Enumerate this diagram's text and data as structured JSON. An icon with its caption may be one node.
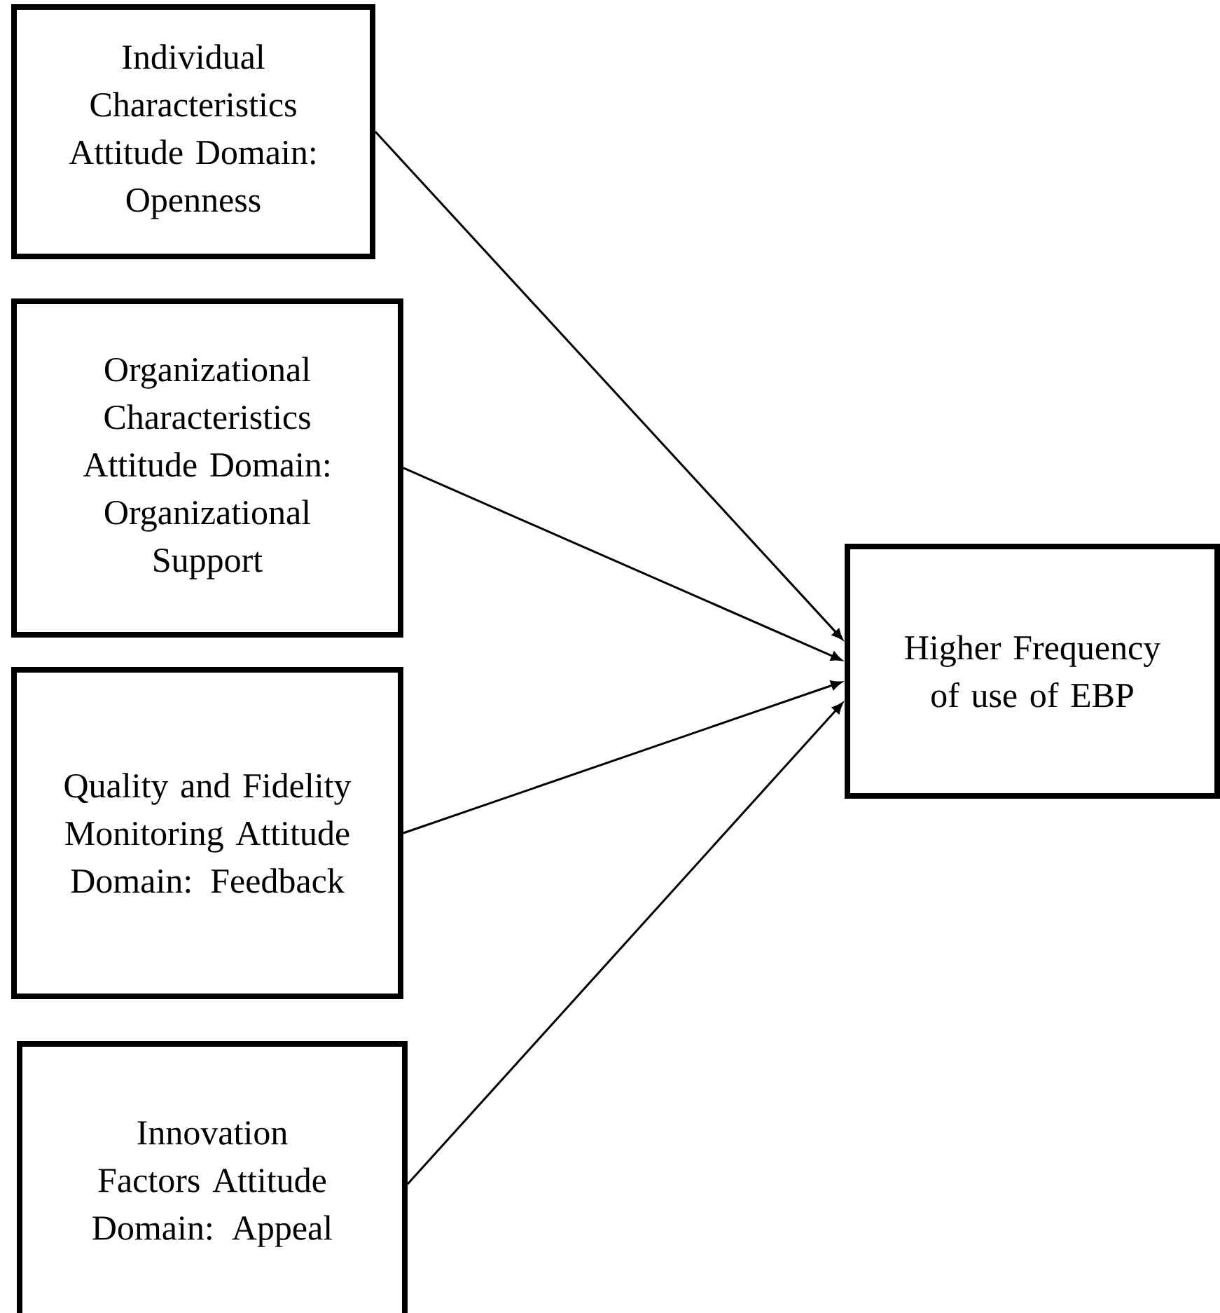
{
  "diagram": {
    "nodes": [
      {
        "text": [
          "Individual Characteristics Attitude Domain: Openness"
        ]
      },
      {
        "text": [
          "Organizational Characteristics Attitude Domain: Organizational Support"
        ]
      },
      {
        "text": [
          "Quality and Fidelity Monitoring Attitude Domain: Feedback"
        ]
      },
      {
        "text": [
          "Innovation Factors Attitude Domain: Appeal"
        ]
      },
      {
        "text": [
          "Higher Frequency of use of EBP"
        ]
      }
    ],
    "edges": [
      {
        "from": 0,
        "to": 4,
        "arrow": "to"
      },
      {
        "from": 1,
        "to": 4,
        "arrow": "to"
      },
      {
        "from": 2,
        "to": 4,
        "arrow": "to"
      },
      {
        "from": 3,
        "to": 4,
        "arrow": "to"
      }
    ]
  }
}
